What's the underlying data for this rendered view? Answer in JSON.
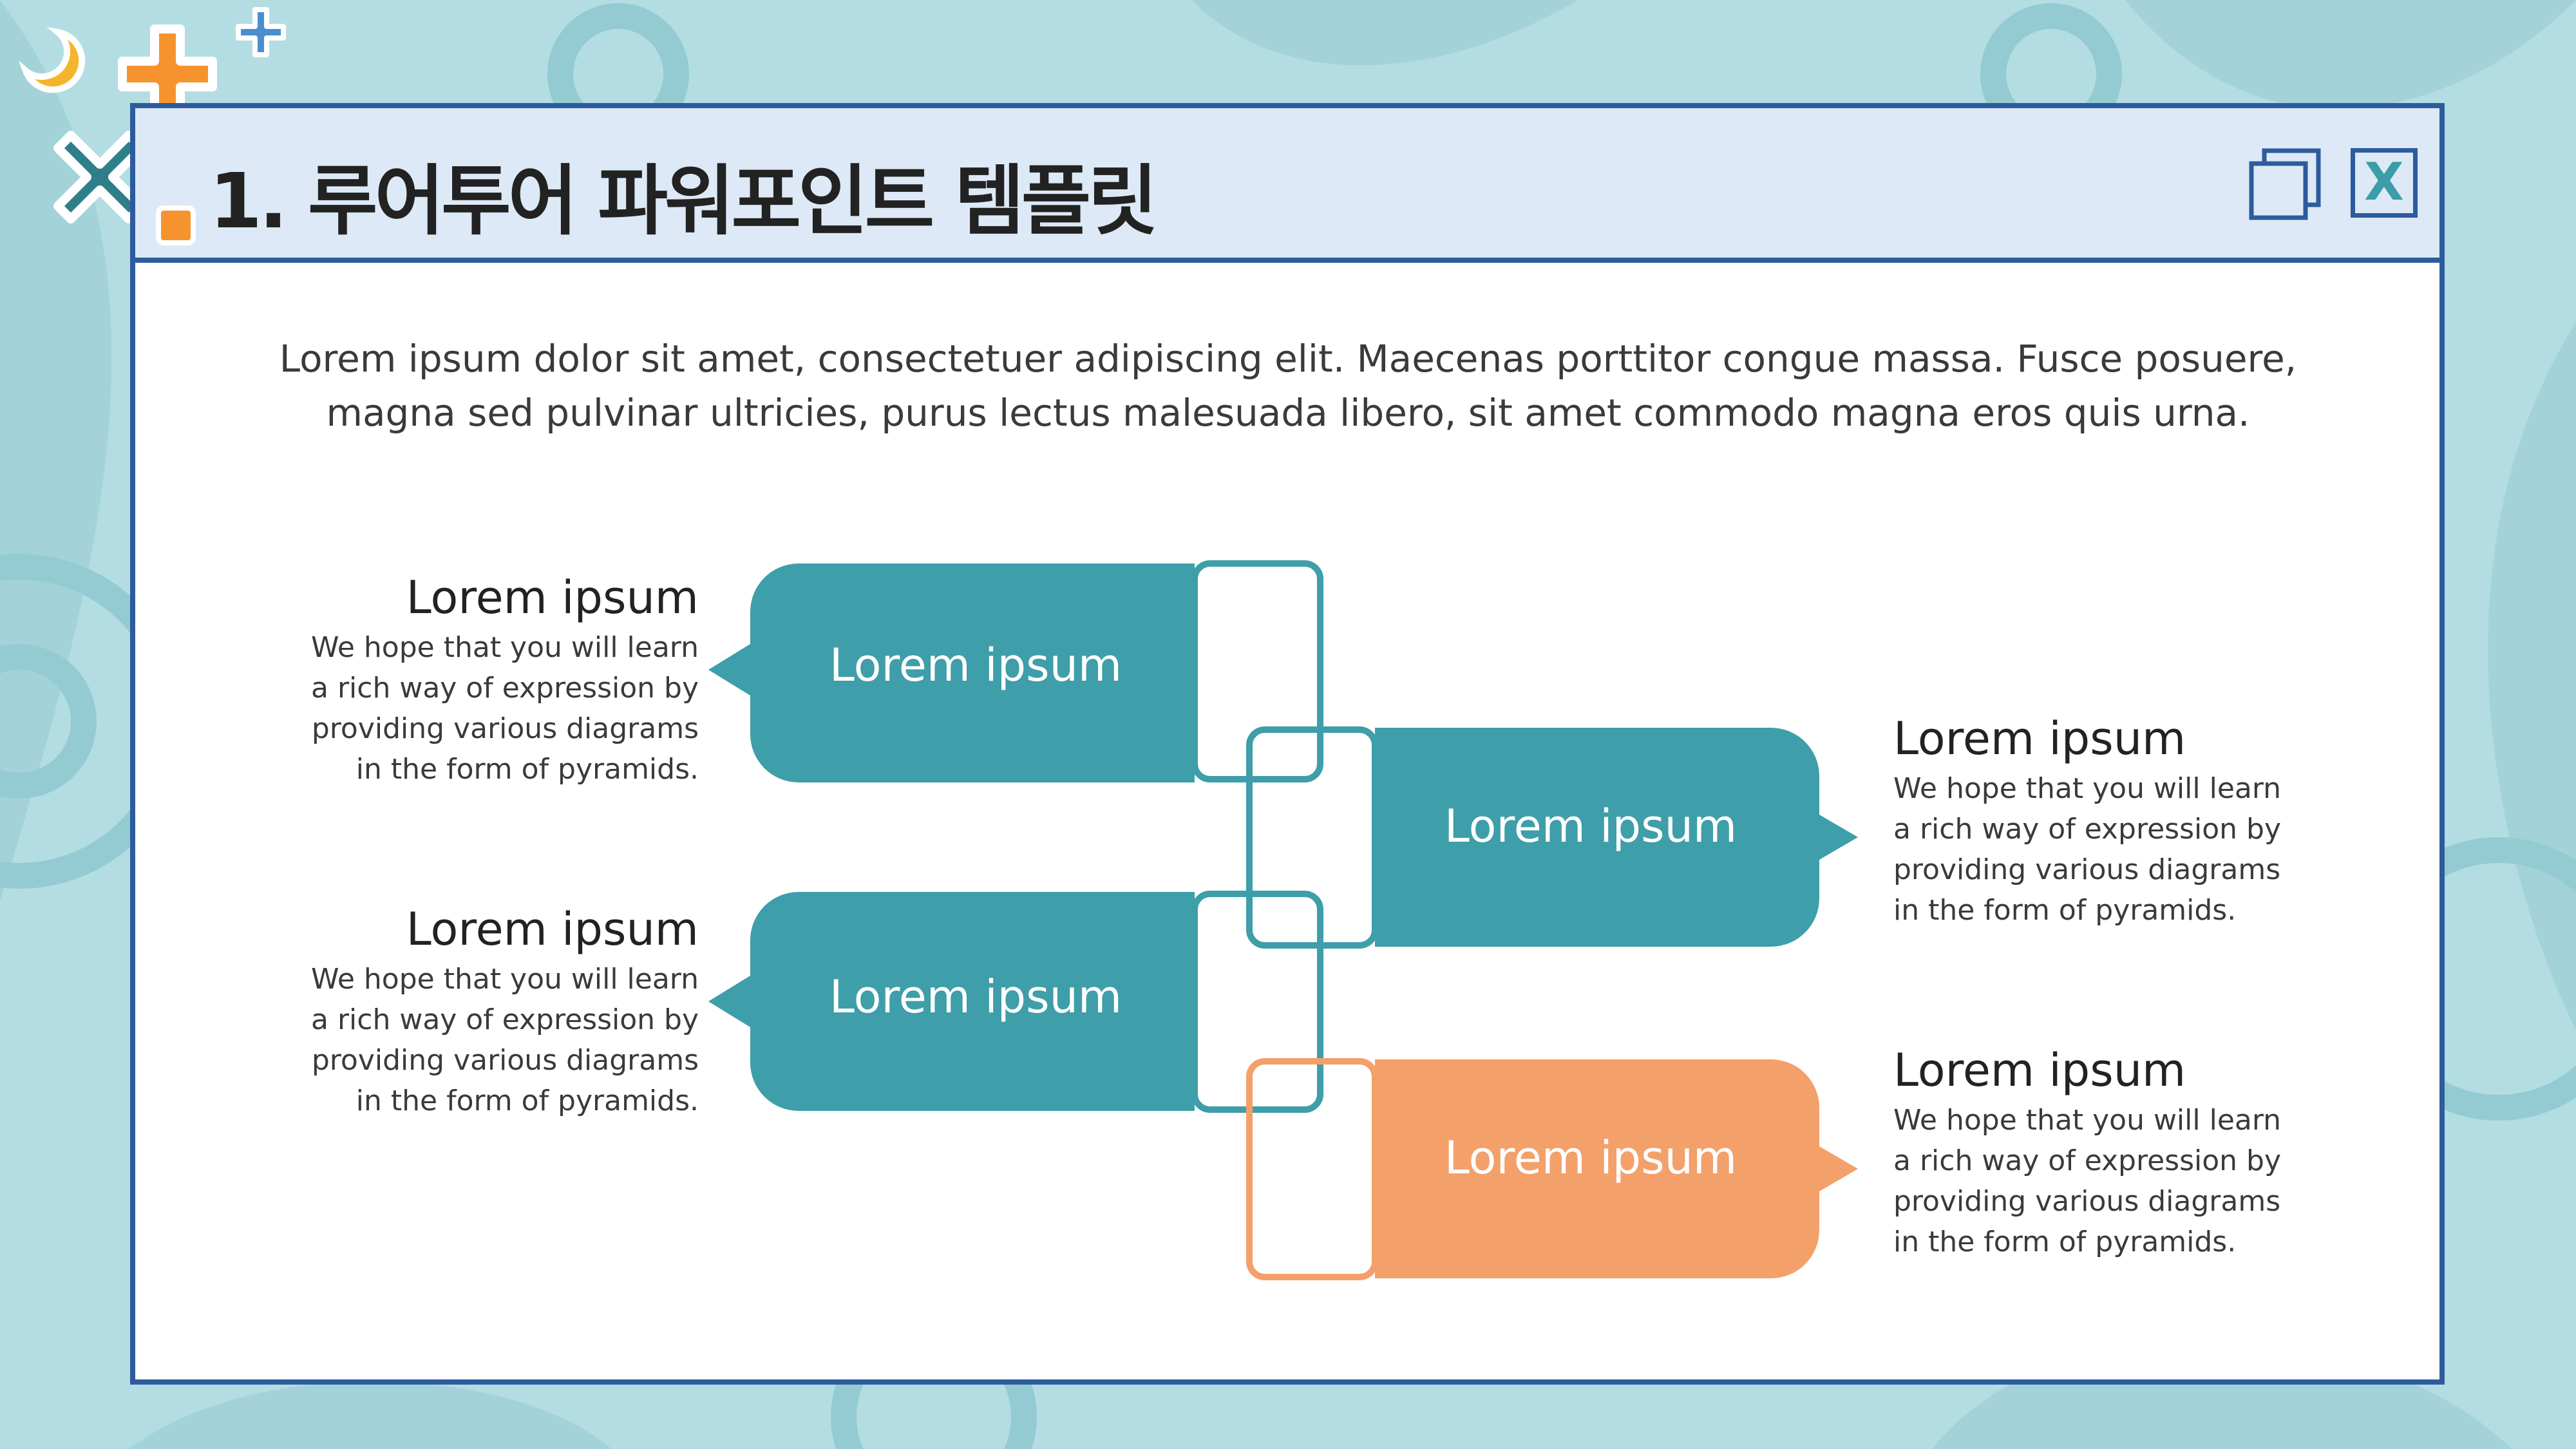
{
  "slide": {
    "title": "1. 루어투어 파워포인트 템플릿",
    "intro": "Lorem ipsum dolor sit amet, consectetuer adipiscing elit. Maecenas porttitor congue massa. Fusce posuere, magna sed pulvinar ultricies, purus lectus malesuada libero, sit amet commodo magna eros quis urna."
  },
  "window_controls": {
    "close_label": "X",
    "copy_icon": "copy-windows-icon"
  },
  "decor_icons": [
    "moon-icon",
    "plus-icon",
    "x-cross-icon",
    "square-icon"
  ],
  "colors": {
    "teal": "#3e9ea9",
    "orange": "#f3a06b",
    "frame_blue": "#2d5c9d",
    "titlebar_bg": "#dde9f6",
    "background": "#b3dde3"
  },
  "boxes": [
    {
      "label": "Lorem ipsum",
      "color": "teal"
    },
    {
      "label": "Lorem ipsum",
      "color": "teal"
    },
    {
      "label": "Lorem ipsum",
      "color": "teal"
    },
    {
      "label": "Lorem ipsum",
      "color": "orange"
    }
  ],
  "captions": [
    {
      "heading": "Lorem ipsum",
      "body": "We hope that you will learn a rich way of expression by providing various diagrams in the form of pyramids."
    },
    {
      "heading": "Lorem ipsum",
      "body": "We hope that you will learn a rich way of expression by providing various diagrams in the form of pyramids."
    },
    {
      "heading": "Lorem ipsum",
      "body": "We hope that you will learn a rich way of expression by providing various diagrams in the form of pyramids."
    },
    {
      "heading": "Lorem ipsum",
      "body": "We hope that you will learn a rich way of expression by providing various diagrams in the form of pyramids."
    }
  ]
}
